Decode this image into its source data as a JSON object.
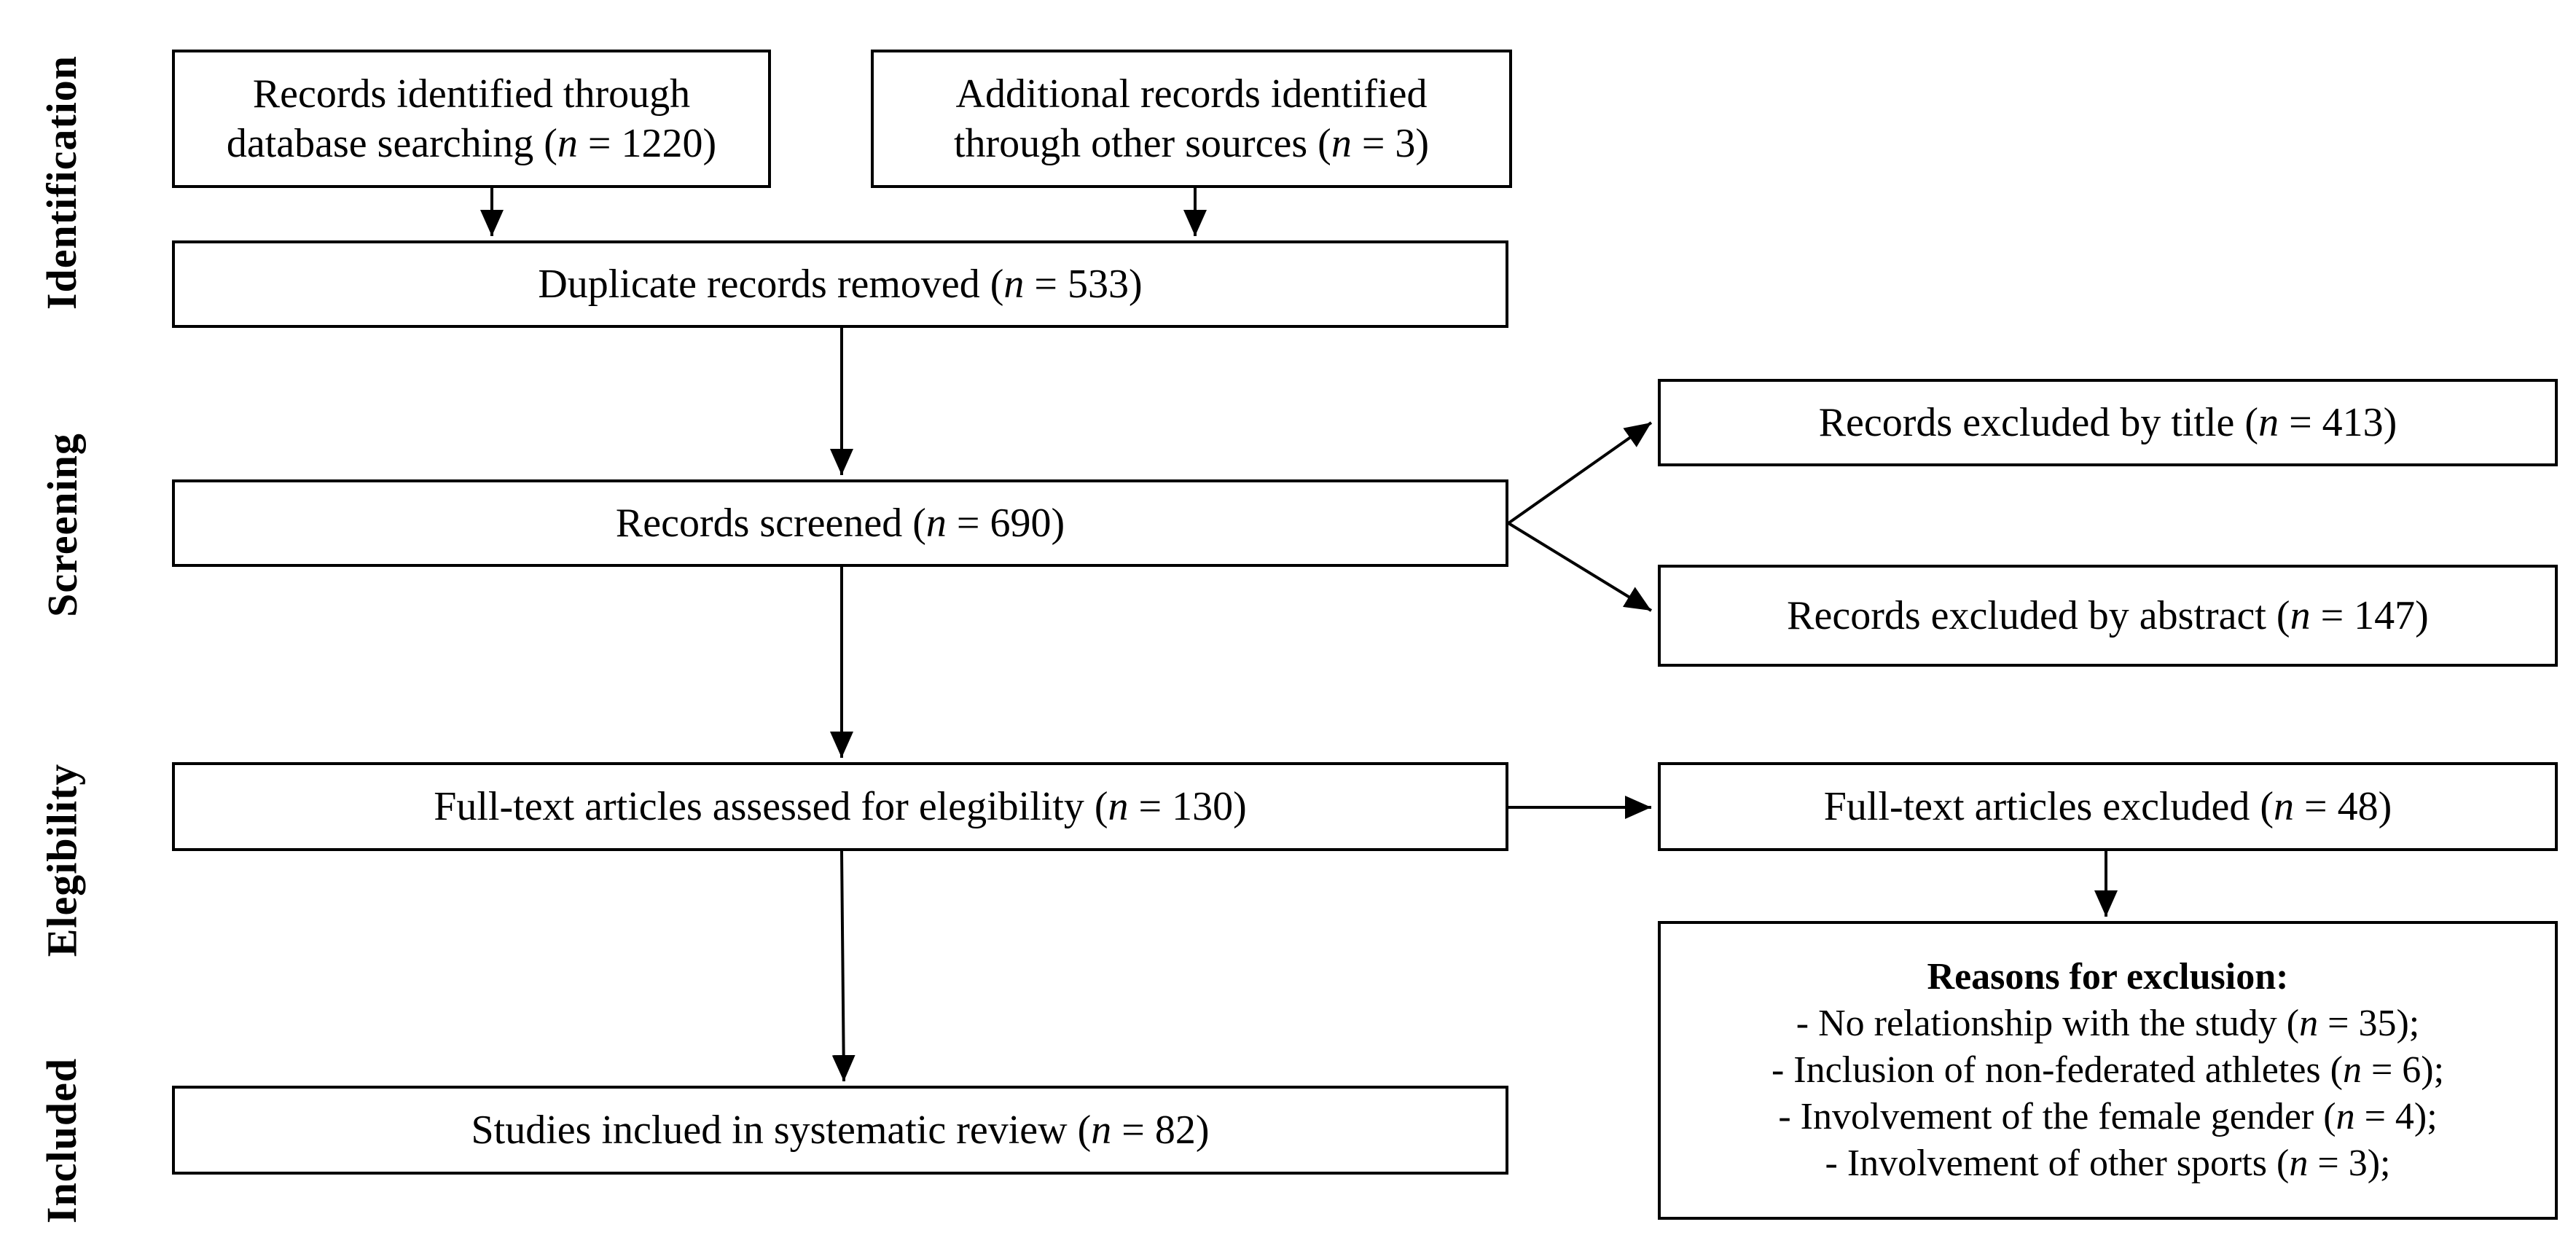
{
  "stages": {
    "identification": "Identification",
    "screening": "Screening",
    "eligibility": "Elegibility",
    "included": "Included"
  },
  "boxes": {
    "database": {
      "line1": "Records identified through",
      "line2": "database searching (",
      "n": "n",
      "value": " = 1220)"
    },
    "other": {
      "line1": "Additional records identified",
      "line2": "through other sources (",
      "n": "n",
      "value": " = 3)"
    },
    "duplicates": {
      "text": "Duplicate records removed (",
      "n": "n",
      "value": " = 533)"
    },
    "screened": {
      "text": "Records screened (",
      "n": "n",
      "value": " = 690)"
    },
    "excluded_title": {
      "text": "Records excluded by title (",
      "n": "n",
      "value": " = 413)"
    },
    "excluded_abstract": {
      "text": "Records excluded by abstract (",
      "n": "n",
      "value": " = 147)"
    },
    "fulltext": {
      "text": "Full-text articles assessed for elegibility (",
      "n": "n",
      "value": " = 130)"
    },
    "fulltext_excluded": {
      "text": "Full-text articles excluded (",
      "n": "n",
      "value": " = 48)"
    },
    "included": {
      "text": "Studies inclued in systematic review (",
      "n": "n",
      "value": " = 82)"
    }
  },
  "reasons": {
    "title": "Reasons for exclusion:",
    "items": [
      {
        "prefix": "-   No relationship with the study (",
        "n": "n",
        "suffix": " = 35);"
      },
      {
        "prefix": "-   Inclusion of non-federated athletes (",
        "n": "n",
        "suffix": " = 6);"
      },
      {
        "prefix": "-   Involvement of the female gender (",
        "n": "n",
        "suffix": " = 4);"
      },
      {
        "prefix": "-   Involvement of other sports (",
        "n": "n",
        "suffix": " = 3);"
      }
    ]
  }
}
